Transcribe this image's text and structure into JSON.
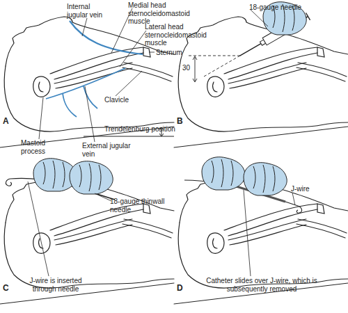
{
  "diagram": {
    "labels": [
      "Internal jugular vein",
      "Medial head sternocleidomastoid muscle",
      "Lateral head sternocleidomastoid muscle",
      "Sternum",
      "Clavicle",
      "Trendelenburg position",
      "Mastoid process",
      "External jugular vein",
      "A",
      "B",
      "18-gauge needle",
      "30",
      "C",
      "J-wire is inserted through needle",
      "18-gauge thinwall needle",
      "D",
      "J-wire",
      "Catheter slides over J-wire, which is subsequently removed"
    ]
  }
}
